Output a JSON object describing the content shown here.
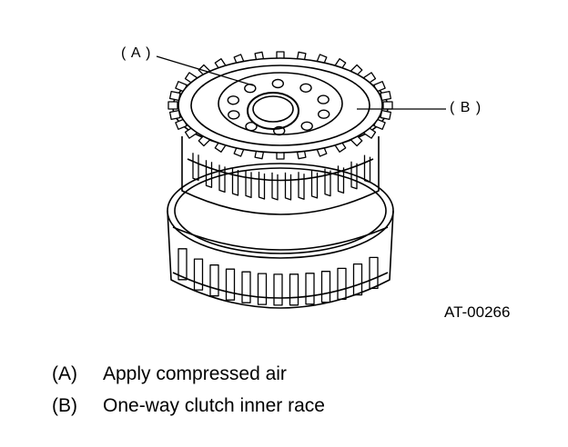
{
  "figure": {
    "callout_a": "( A )",
    "callout_b": "( B )",
    "figure_id": "AT-00266",
    "component_icon": "clutch-drum-with-inner-race"
  },
  "legend": [
    {
      "code": "(A)",
      "text": "Apply compressed air"
    },
    {
      "code": "(B)",
      "text": "One-way clutch inner race"
    }
  ]
}
